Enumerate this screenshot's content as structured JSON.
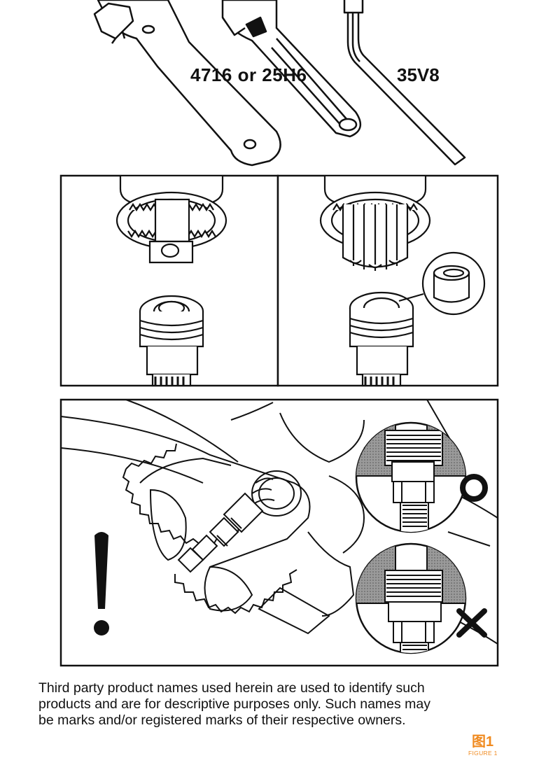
{
  "tools": {
    "spanner_label": "4716 or 25H6",
    "hex_key_label": "35V8"
  },
  "verdicts": {
    "correct_icon": "circle-o",
    "incorrect_icon": "cross-x"
  },
  "warning_icon": "exclamation-mark",
  "disclaimer": {
    "line1": "Third party product names used herein are used to identify such",
    "line2": "products and are for descriptive purposes only. Such names may",
    "line3": "be marks and/or registered marks of their respective owners."
  },
  "figure": {
    "cn": "图1",
    "en": "FIGURE 1"
  },
  "colors": {
    "line": "#111111",
    "caption": "#f08a1f",
    "hatch": "#8a8a8a"
  }
}
